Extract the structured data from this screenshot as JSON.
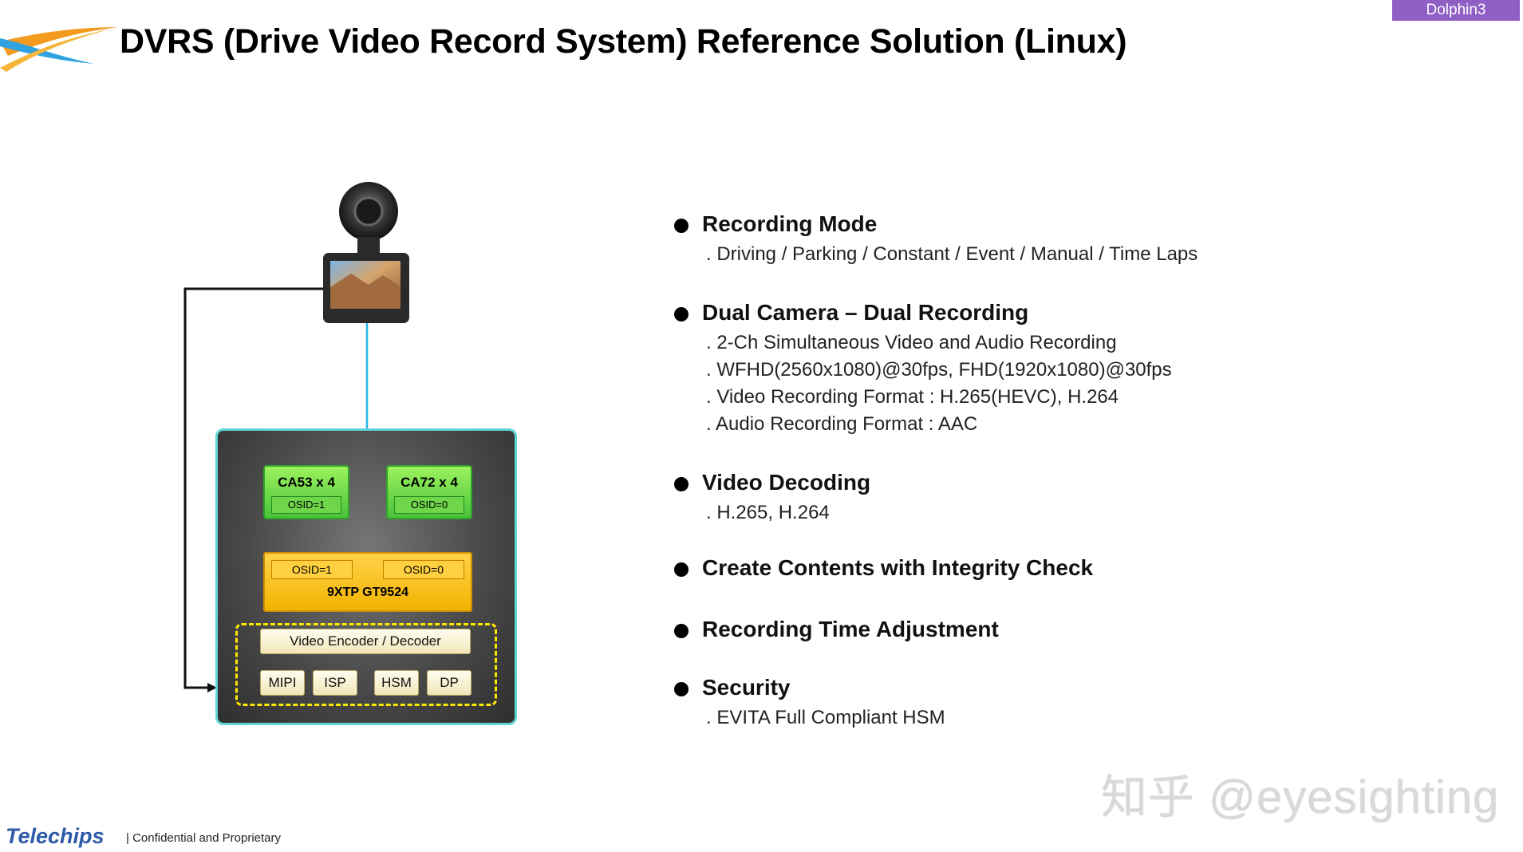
{
  "header": {
    "title": "DVRS (Drive Video Record System) Reference Solution (Linux)",
    "tag": "Dolphin3"
  },
  "diagram": {
    "cpus": [
      {
        "name": "CA53 x 4",
        "osid": "OSID=1"
      },
      {
        "name": "CA72 x 4",
        "osid": "OSID=0"
      }
    ],
    "gpu": {
      "name": "9XTP GT9524",
      "osid_left": "OSID=1",
      "osid_right": "OSID=0"
    },
    "video_block": "Video Encoder / Decoder",
    "ips": [
      "MIPI",
      "ISP",
      "HSM",
      "DP"
    ]
  },
  "features": [
    {
      "title": "Recording Mode",
      "items": [
        ". Driving / Parking / Constant / Event / Manual / Time Laps"
      ]
    },
    {
      "title": "Dual Camera – Dual Recording",
      "items": [
        ". 2-Ch Simultaneous Video and Audio Recording",
        ". WFHD(2560x1080)@30fps, FHD(1920x1080)@30fps",
        ". Video Recording Format : H.265(HEVC), H.264",
        ". Audio Recording Format : AAC"
      ]
    },
    {
      "title": "Video Decoding",
      "items": [
        ". H.265, H.264"
      ]
    },
    {
      "title": "Create Contents with Integrity Check",
      "items": []
    },
    {
      "title": "Recording Time Adjustment",
      "items": []
    },
    {
      "title": "Security",
      "items": [
        ". EVITA Full Compliant HSM"
      ]
    }
  ],
  "watermark": "知乎 @eyesighting",
  "footer": {
    "brand": "Telechips",
    "note": "| Confidential and Proprietary"
  },
  "colors": {
    "tag": "#8f5fc5",
    "cpu": "#49c23a",
    "gpu": "#f2b400",
    "line": "#26b5e6",
    "brand": "#2e5aa8"
  }
}
